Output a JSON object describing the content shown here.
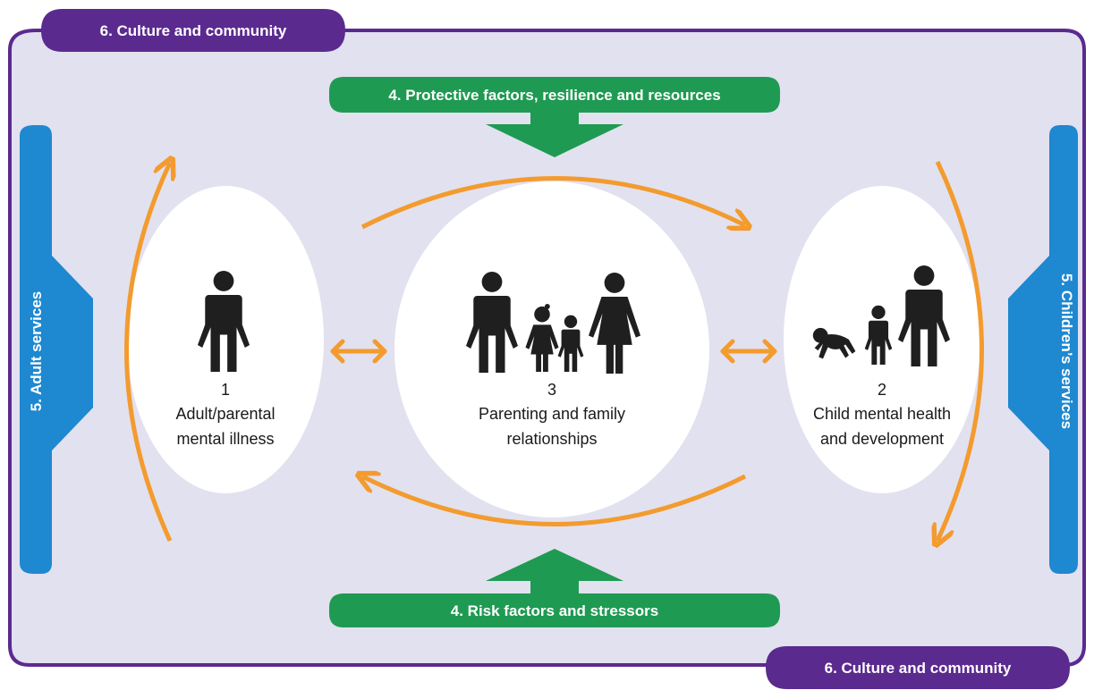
{
  "culture": {
    "top_label": "6. Culture and community",
    "bottom_label": "6. Culture and community"
  },
  "factors": {
    "protective_label": "4. Protective factors, resilience and resources",
    "risk_label": "4. Risk factors and stressors"
  },
  "services": {
    "adult_label": "5. Adult services",
    "children_label": "5. Children’s services"
  },
  "nodes": {
    "adult": {
      "number": "1",
      "line1": "Adult/parental",
      "line2": "mental illness"
    },
    "family": {
      "number": "3",
      "line1": "Parenting and family",
      "line2": "relationships"
    },
    "child": {
      "number": "2",
      "line1": "Child mental health",
      "line2": "and development"
    }
  },
  "colors": {
    "background": "#e2e1ef",
    "border_purple": "#5b2a8f",
    "green": "#1f9a52",
    "blue": "#1e88d0",
    "orange": "#f39b2e",
    "figure": "#1f1f1f",
    "node_fill": "#ffffff"
  },
  "icons": [
    "adult-figure-icon",
    "family-figures-icon",
    "baby-child-adult-icon"
  ]
}
